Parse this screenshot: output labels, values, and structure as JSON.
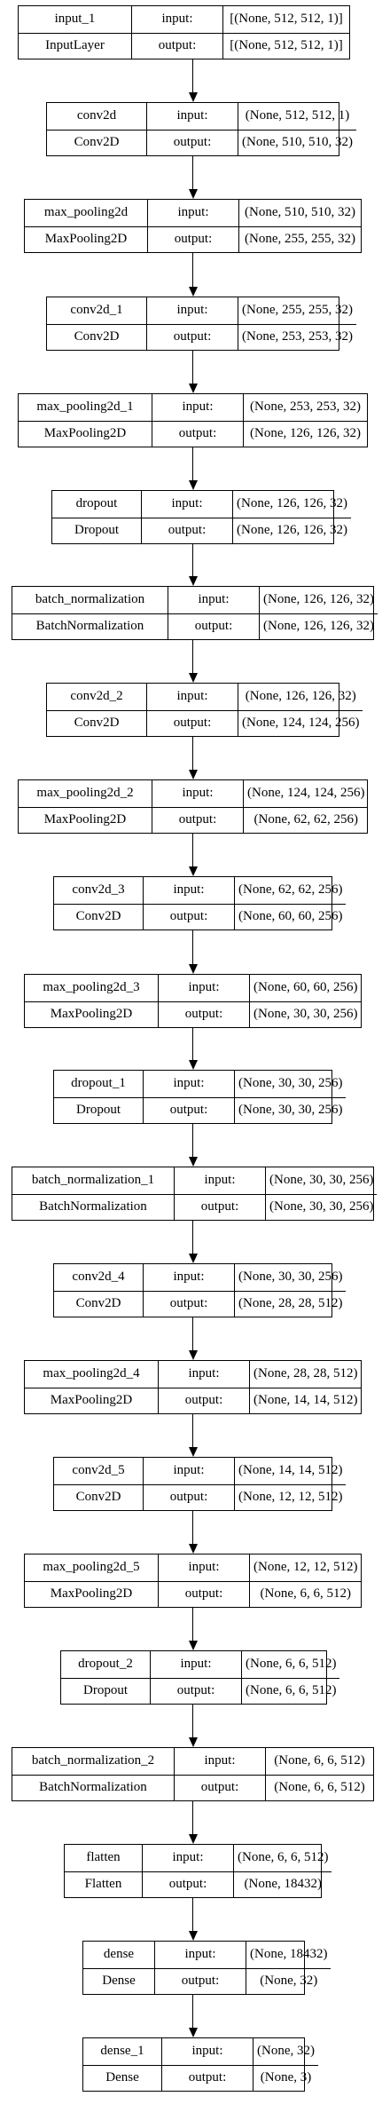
{
  "diagram": {
    "type": "keras-model-plot",
    "layers": [
      {
        "name": "input_1",
        "class": "InputLayer",
        "input": "[(None, 512, 512, 1)]",
        "output": "[(None, 512, 512, 1)]"
      },
      {
        "name": "conv2d",
        "class": "Conv2D",
        "input": "(None, 512, 512, 1)",
        "output": "(None, 510, 510, 32)"
      },
      {
        "name": "max_pooling2d",
        "class": "MaxPooling2D",
        "input": "(None, 510, 510, 32)",
        "output": "(None, 255, 255, 32)"
      },
      {
        "name": "conv2d_1",
        "class": "Conv2D",
        "input": "(None, 255, 255, 32)",
        "output": "(None, 253, 253, 32)"
      },
      {
        "name": "max_pooling2d_1",
        "class": "MaxPooling2D",
        "input": "(None, 253, 253, 32)",
        "output": "(None, 126, 126, 32)"
      },
      {
        "name": "dropout",
        "class": "Dropout",
        "input": "(None, 126, 126, 32)",
        "output": "(None, 126, 126, 32)"
      },
      {
        "name": "batch_normalization",
        "class": "BatchNormalization",
        "input": "(None, 126, 126, 32)",
        "output": "(None, 126, 126, 32)"
      },
      {
        "name": "conv2d_2",
        "class": "Conv2D",
        "input": "(None, 126, 126, 32)",
        "output": "(None, 124, 124, 256)"
      },
      {
        "name": "max_pooling2d_2",
        "class": "MaxPooling2D",
        "input": "(None, 124, 124, 256)",
        "output": "(None, 62, 62, 256)"
      },
      {
        "name": "conv2d_3",
        "class": "Conv2D",
        "input": "(None, 62, 62, 256)",
        "output": "(None, 60, 60, 256)"
      },
      {
        "name": "max_pooling2d_3",
        "class": "MaxPooling2D",
        "input": "(None, 60, 60, 256)",
        "output": "(None, 30, 30, 256)"
      },
      {
        "name": "dropout_1",
        "class": "Dropout",
        "input": "(None, 30, 30, 256)",
        "output": "(None, 30, 30, 256)"
      },
      {
        "name": "batch_normalization_1",
        "class": "BatchNormalization",
        "input": "(None, 30, 30, 256)",
        "output": "(None, 30, 30, 256)"
      },
      {
        "name": "conv2d_4",
        "class": "Conv2D",
        "input": "(None, 30, 30, 256)",
        "output": "(None, 28, 28, 512)"
      },
      {
        "name": "max_pooling2d_4",
        "class": "MaxPooling2D",
        "input": "(None, 28, 28, 512)",
        "output": "(None, 14, 14, 512)"
      },
      {
        "name": "conv2d_5",
        "class": "Conv2D",
        "input": "(None, 14, 14, 512)",
        "output": "(None, 12, 12, 512)"
      },
      {
        "name": "max_pooling2d_5",
        "class": "MaxPooling2D",
        "input": "(None, 12, 12, 512)",
        "output": "(None, 6, 6, 512)"
      },
      {
        "name": "dropout_2",
        "class": "Dropout",
        "input": "(None, 6, 6, 512)",
        "output": "(None, 6, 6, 512)"
      },
      {
        "name": "batch_normalization_2",
        "class": "BatchNormalization",
        "input": "(None, 6, 6, 512)",
        "output": "(None, 6, 6, 512)"
      },
      {
        "name": "flatten",
        "class": "Flatten",
        "input": "(None, 6, 6, 512)",
        "output": "(None, 18432)"
      },
      {
        "name": "dense",
        "class": "Dense",
        "input": "(None, 18432)",
        "output": "(None, 32)"
      },
      {
        "name": "dense_1",
        "class": "Dense",
        "input": "(None, 32)",
        "output": "(None, 3)"
      }
    ],
    "labels": {
      "input": "input:",
      "output": "output:"
    },
    "colors": {
      "stroke": "#000000",
      "background": "#ffffff"
    }
  }
}
